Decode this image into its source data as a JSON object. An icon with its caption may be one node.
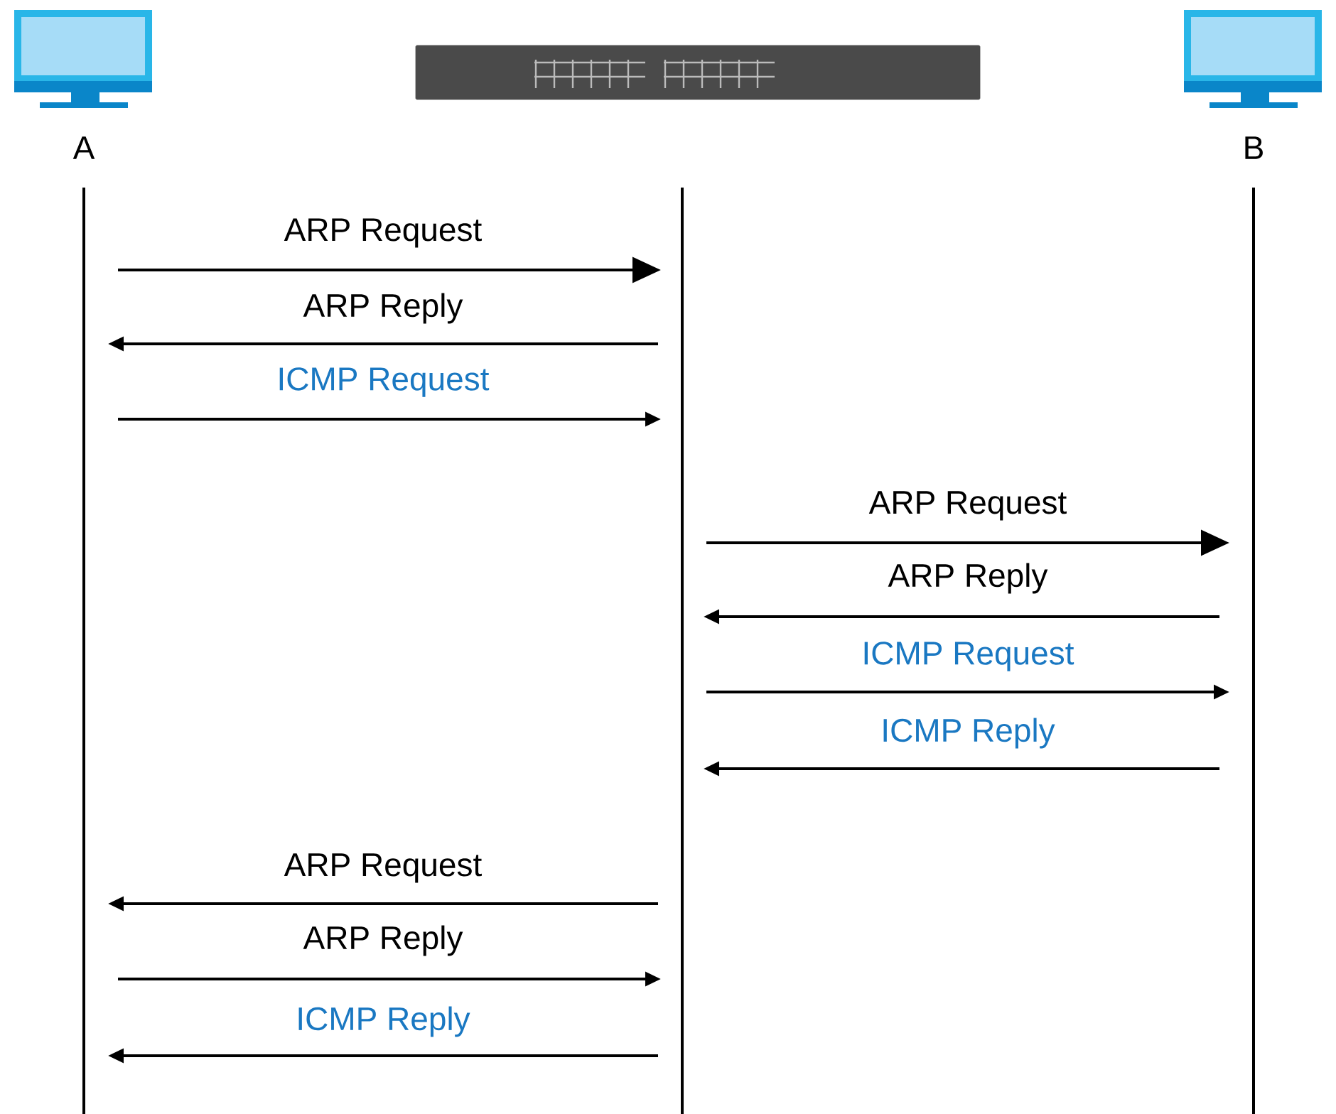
{
  "diagram": {
    "nodes": [
      {
        "text": [
          "A"
        ]
      },
      {
        "text": [],
        "shape": "picture"
      },
      {
        "text": [
          "B"
        ]
      }
    ],
    "edges": [
      {
        "from": 0,
        "to": 1,
        "arrow": "to",
        "label": "ARP Request"
      },
      {
        "from": 1,
        "to": 0,
        "arrow": "to",
        "label": "ARP Reply"
      },
      {
        "from": 0,
        "to": 1,
        "arrow": "to",
        "label": "ICMP Request"
      },
      {
        "from": 1,
        "to": 2,
        "arrow": "to",
        "label": "ARP Request"
      },
      {
        "from": 2,
        "to": 1,
        "arrow": "to",
        "label": "ARP Reply"
      },
      {
        "from": 1,
        "to": 2,
        "arrow": "to",
        "label": "ICMP Request"
      },
      {
        "from": 2,
        "to": 1,
        "arrow": "to",
        "label": "ICMP Reply"
      },
      {
        "from": 1,
        "to": 0,
        "arrow": "to",
        "label": "ARP Request"
      },
      {
        "from": 0,
        "to": 1,
        "arrow": "to",
        "label": "ARP Reply"
      },
      {
        "from": 1,
        "to": 0,
        "arrow": "to",
        "label": "ICMP Reply"
      }
    ]
  }
}
